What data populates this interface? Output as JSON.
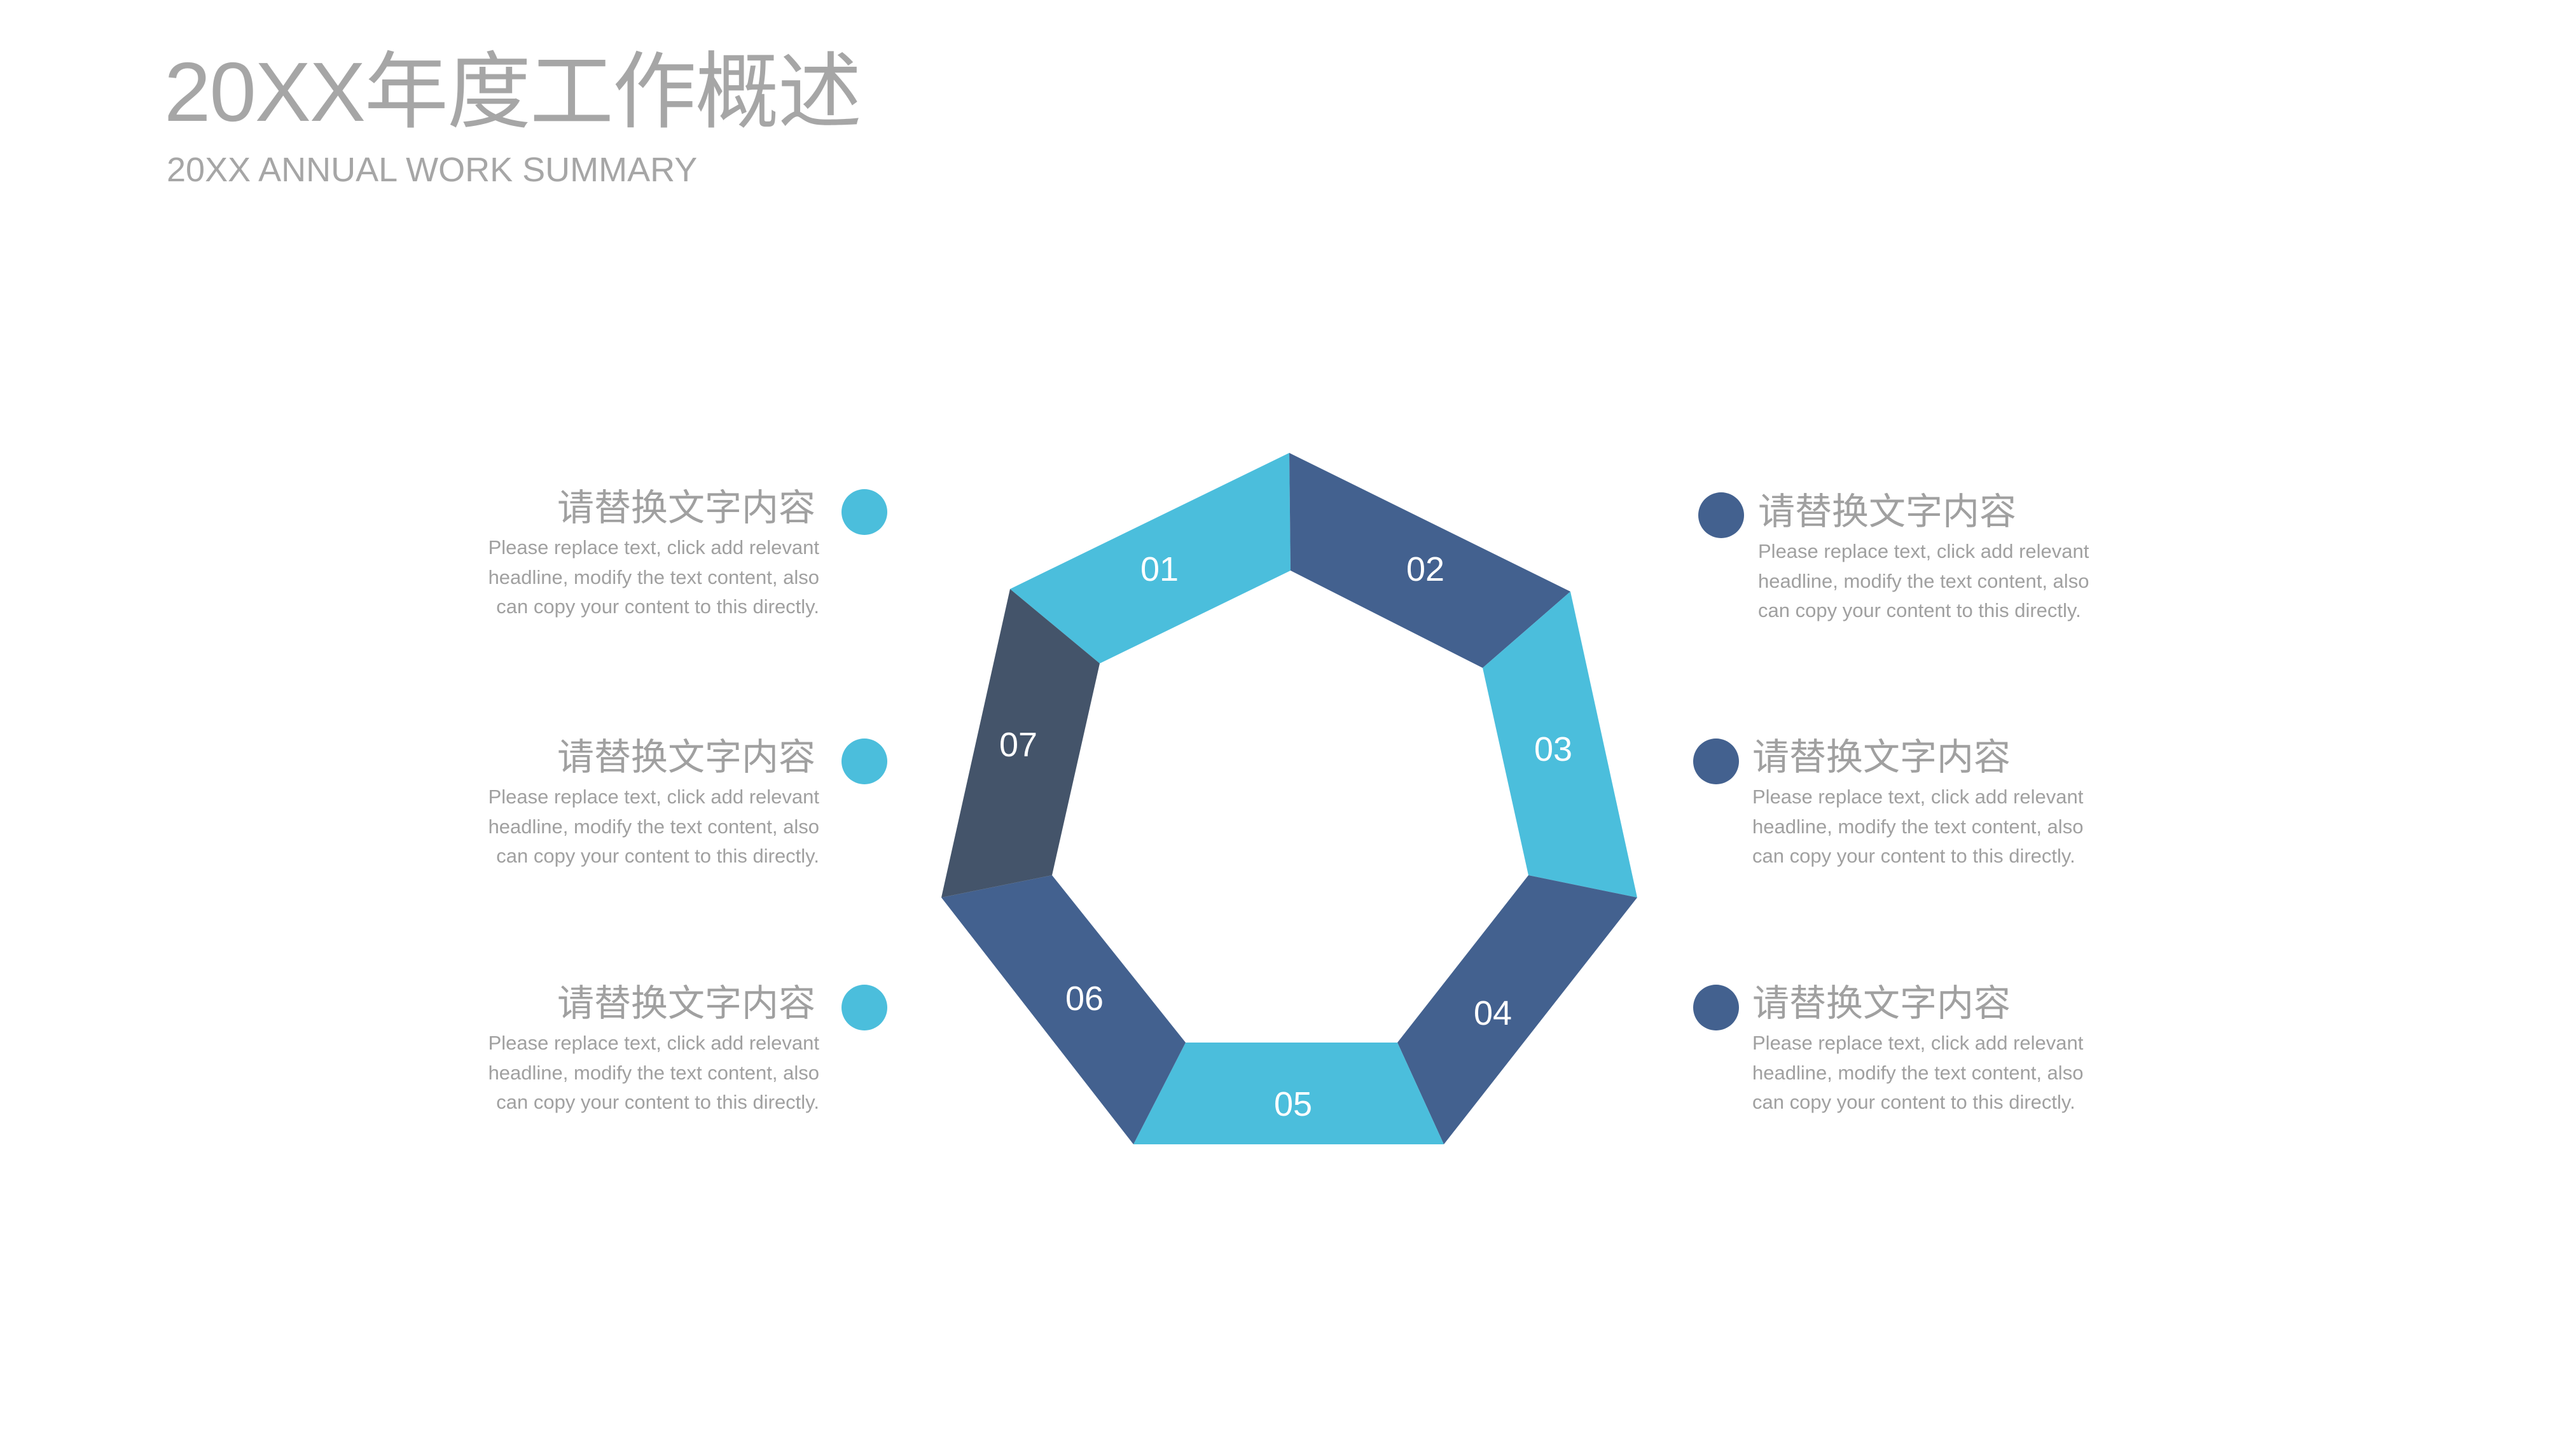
{
  "header": {
    "title": "20XX年度工作概述",
    "subtitle": "20XX ANNUAL WORK SUMMARY"
  },
  "colors": {
    "light_blue": "#4BBEDC",
    "mid_blue": "#43618F",
    "navy": "#44546A",
    "text_gray": "#A0A0A0",
    "title_gray": "#A6A6A6"
  },
  "diagram": {
    "shape": "heptagon-ring",
    "segments": [
      {
        "label": "01",
        "color": "#4BBEDC"
      },
      {
        "label": "02",
        "color": "#43618F"
      },
      {
        "label": "03",
        "color": "#4BBEDC"
      },
      {
        "label": "04",
        "color": "#43618F"
      },
      {
        "label": "05",
        "color": "#4BBEDC"
      },
      {
        "label": "06",
        "color": "#43618F"
      },
      {
        "label": "07",
        "color": "#44546A"
      }
    ]
  },
  "items": {
    "left": [
      {
        "heading": "请替换文字内容",
        "body": "Please replace text, click add relevant headline, modify the text content, also can copy your content to this directly.",
        "dot_color": "#4BBEDC"
      },
      {
        "heading": "请替换文字内容",
        "body": "Please replace text, click add relevant headline, modify the text content, also can copy your content to this directly.",
        "dot_color": "#4BBEDC"
      },
      {
        "heading": "请替换文字内容",
        "body": "Please replace text, click add relevant headline, modify the text content, also can copy your content to this directly.",
        "dot_color": "#4BBEDC"
      }
    ],
    "right": [
      {
        "heading": "请替换文字内容",
        "body": "Please replace text, click add relevant headline, modify the text content, also can copy your content to this directly.",
        "dot_color": "#43618F"
      },
      {
        "heading": "请替换文字内容",
        "body": "Please replace text, click add relevant headline, modify the text content, also can copy your content to this directly.",
        "dot_color": "#43618F"
      },
      {
        "heading": "请替换文字内容",
        "body": "Please replace text, click add relevant headline, modify the text content, also can copy your content to this directly.",
        "dot_color": "#43618F"
      }
    ]
  }
}
